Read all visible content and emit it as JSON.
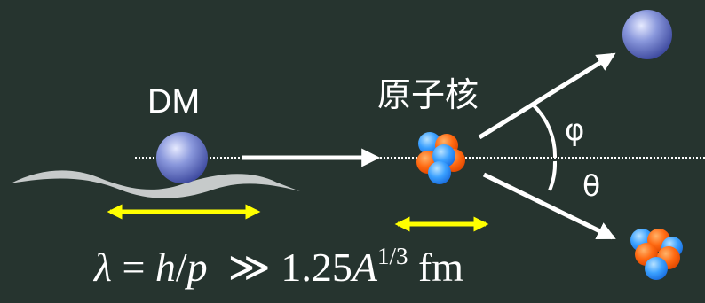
{
  "labels": {
    "dm": "DM",
    "nucleus": "原子核",
    "phi": "φ",
    "theta": "θ"
  },
  "formula": {
    "lambda": "λ",
    "eq": " = ",
    "h": "h",
    "slash": "/",
    "p": "p",
    "gg": "  ≫ 1.25",
    "A": "A",
    "exponent": "1/3",
    "unit": " fm"
  },
  "colors": {
    "background": "#26342f",
    "arrow": "#ffffff",
    "baseline": "#ffffff",
    "wave": "#cfd3d3",
    "extent_arrow": "#ffff00",
    "proton": "#ff6a12",
    "neutron": "#3aa0ff",
    "dm_particle": "#6f7fd0"
  }
}
